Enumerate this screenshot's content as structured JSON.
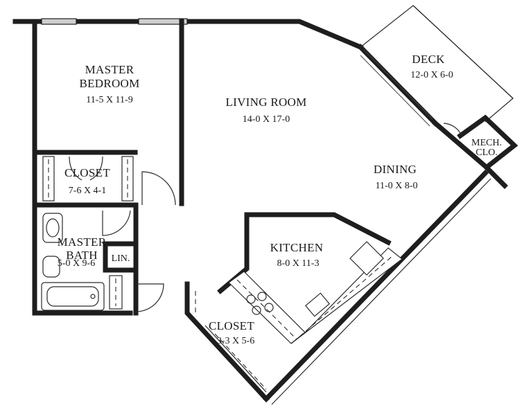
{
  "rooms": {
    "master_bedroom": {
      "name_line1": "MASTER",
      "name_line2": "BEDROOM",
      "dims": "11-5 X 11-9"
    },
    "living_room": {
      "name": "LIVING ROOM",
      "dims": "14-0 X 17-0"
    },
    "deck": {
      "name": "DECK",
      "dims": "12-0 X 6-0"
    },
    "mech_closet": {
      "name_line1": "MECH.",
      "name_line2": "CLO."
    },
    "bedroom_closet": {
      "name": "CLOSET",
      "dims": "7-6 X 4-1"
    },
    "dining": {
      "name": "DINING",
      "dims": "11-0 X 8-0"
    },
    "master_bath": {
      "name_line1": "MASTER",
      "name_line2": "BATH",
      "dims": "5-0 X 9-6"
    },
    "linen": {
      "name": "LIN."
    },
    "kitchen": {
      "name": "KITCHEN",
      "dims": "8-0 X 11-3"
    },
    "hall_closet": {
      "name": "CLOSET",
      "dims": "3-3 X 5-6"
    }
  }
}
